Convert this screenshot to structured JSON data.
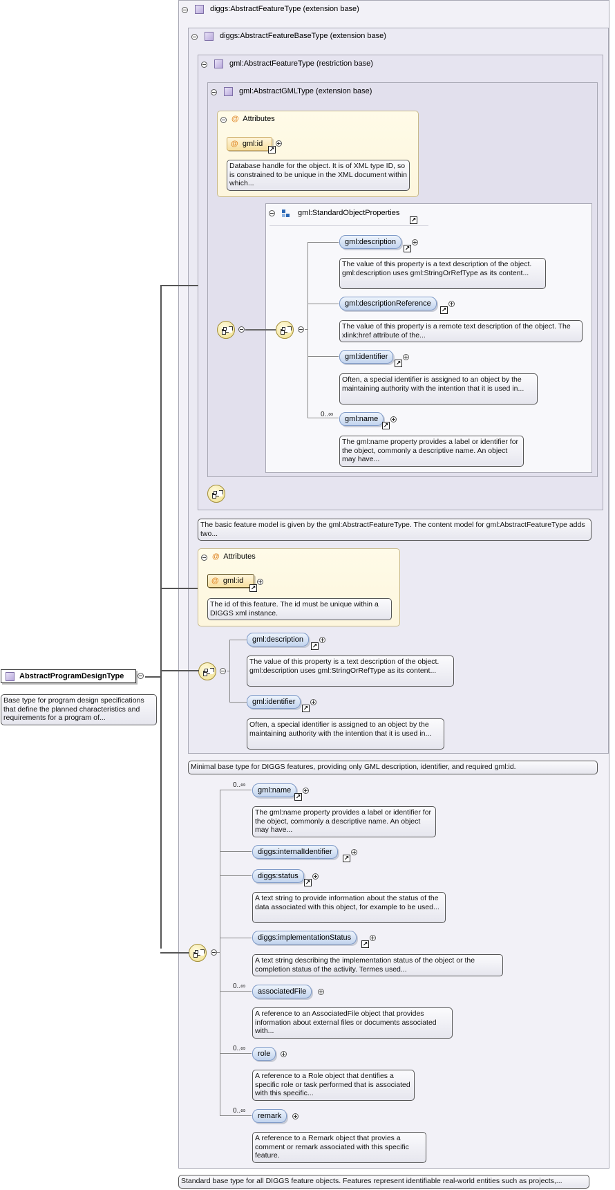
{
  "root": {
    "name": "AbstractProgramDesignType",
    "doc": "Base type for program design specifications that define the planned characteristics and requirements for a program of..."
  },
  "ext1": {
    "title": "diggs:AbstractFeatureType (extension base)",
    "doc": "Standard base type for all DIGGS feature objects. Features represent identifiable real-world entities such as projects,..."
  },
  "ext2": {
    "title": "diggs:AbstractFeatureBaseType (extension base)",
    "doc": "Minimal base type for DIGGS features, providing only GML description, identifier, and required gml:id."
  },
  "ext3": {
    "title": "gml:AbstractFeatureType (restriction base)",
    "doc": "The basic feature model is given by the gml:AbstractFeatureType. The content model for gml:AbstractFeatureType adds two..."
  },
  "ext4": {
    "title": "gml:AbstractGMLType (extension base)"
  },
  "attrs_inner": {
    "title": "Attributes",
    "attr_name": "gml:id",
    "attr_doc": "Database handle for the object. It is of XML type ID, so is constrained to be unique in the XML document within which..."
  },
  "std_props": {
    "title": "gml:StandardObjectProperties",
    "items": [
      {
        "name": "gml:description",
        "mult": "",
        "doc": "The value of this property is a text description of the object. gml:description uses gml:StringOrRefType as its content..."
      },
      {
        "name": "gml:descriptionReference",
        "mult": "",
        "doc": "The value of this property is a remote text description of the object. The xlink:href attribute of the..."
      },
      {
        "name": "gml:identifier",
        "mult": "",
        "doc": "Often, a special identifier is assigned to an object by the maintaining authority with the intention that it is used in..."
      },
      {
        "name": "gml:name",
        "mult": "0..∞",
        "doc": "The gml:name property provides a label or identifier for the object, commonly a descriptive name. An object may have..."
      }
    ]
  },
  "attrs_base": {
    "title": "Attributes",
    "attr_name": "gml:id",
    "attr_doc": "The id of this feature. The id must be unique within a DIGGS xml instance."
  },
  "base_items": [
    {
      "name": "gml:description",
      "doc": "The value of this property is a text description of the object. gml:description uses gml:StringOrRefType as its content..."
    },
    {
      "name": "gml:identifier",
      "doc": "Often, a special identifier is assigned to an object by the maintaining authority with the intention that it is used in..."
    }
  ],
  "feature_items": [
    {
      "name": "gml:name",
      "mult": "0..∞",
      "doc": "The gml:name property provides a label or identifier for the object, commonly a descriptive name. An object may have..."
    },
    {
      "name": "diggs:internalIdentifier",
      "mult": "",
      "doc": ""
    },
    {
      "name": "diggs:status",
      "mult": "",
      "doc": "A text string to provide information about the status of the data associated with this object, for example to be used..."
    },
    {
      "name": "diggs:implementationStatus",
      "mult": "",
      "doc": "A text string describing the implementation status of the object or the completion status of the activity. Termes used..."
    },
    {
      "name": "associatedFile",
      "mult": "0..∞",
      "doc": "A reference to an AssociatedFile object that provides information about external files or documents associated with..."
    },
    {
      "name": "role",
      "mult": "0..∞",
      "doc": "A reference to a Role object that dentifies a specific role or task performed that is associated with this specific..."
    },
    {
      "name": "remark",
      "mult": "0..∞",
      "doc": "A reference to a Remark object that provies a comment or remark associated with this specific feature."
    }
  ]
}
